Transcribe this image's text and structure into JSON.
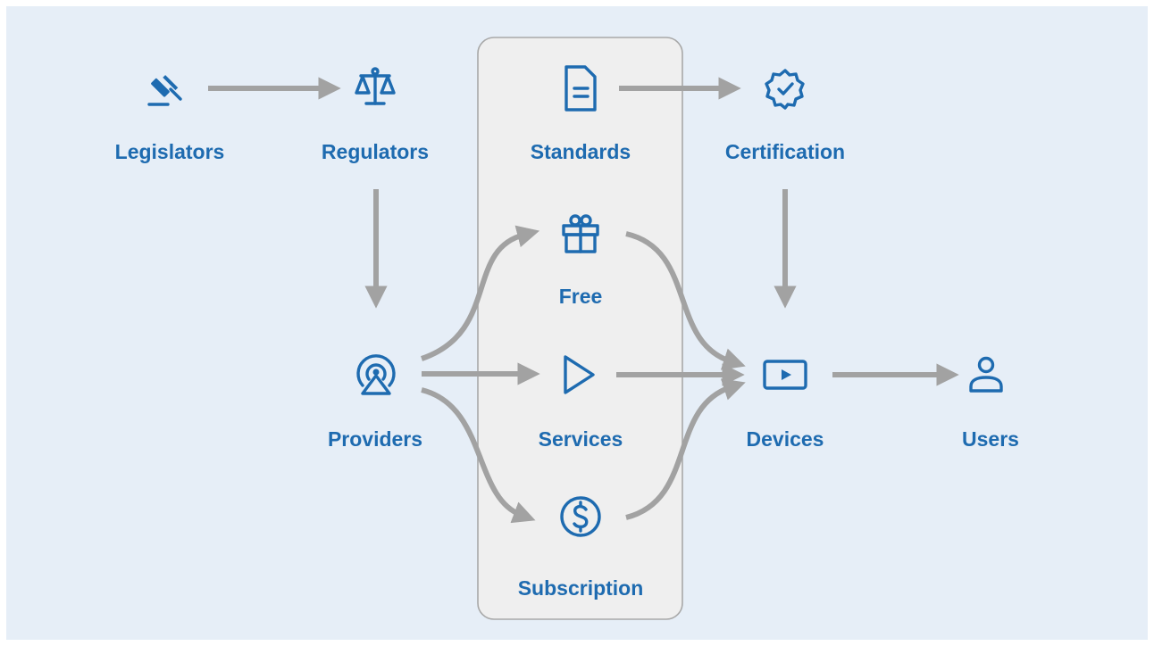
{
  "nodes": {
    "legislators": {
      "label": "Legislators",
      "icon": "gavel-icon"
    },
    "regulators": {
      "label": "Regulators",
      "icon": "scales-icon"
    },
    "standards": {
      "label": "Standards",
      "icon": "document-icon"
    },
    "certification": {
      "label": "Certification",
      "icon": "badge-check-icon"
    },
    "free": {
      "label": "Free",
      "icon": "gift-icon"
    },
    "providers": {
      "label": "Providers",
      "icon": "broadcast-tower-icon"
    },
    "services": {
      "label": "Services",
      "icon": "play-icon"
    },
    "devices": {
      "label": "Devices",
      "icon": "video-screen-icon"
    },
    "users": {
      "label": "Users",
      "icon": "user-icon"
    },
    "subscription": {
      "label": "Subscription",
      "icon": "dollar-coin-icon"
    }
  },
  "edges": [
    {
      "from": "legislators",
      "to": "regulators"
    },
    {
      "from": "regulators",
      "to": "providers"
    },
    {
      "from": "standards",
      "to": "certification"
    },
    {
      "from": "certification",
      "to": "devices"
    },
    {
      "from": "providers",
      "to": "free"
    },
    {
      "from": "providers",
      "to": "services"
    },
    {
      "from": "providers",
      "to": "subscription"
    },
    {
      "from": "free",
      "to": "devices"
    },
    {
      "from": "services",
      "to": "devices"
    },
    {
      "from": "subscription",
      "to": "devices"
    },
    {
      "from": "devices",
      "to": "users"
    }
  ],
  "group": {
    "members": [
      "standards",
      "free",
      "services",
      "subscription"
    ]
  },
  "colors": {
    "background": "#e6eef7",
    "accent": "#1e6bb0",
    "arrow": "#a2a2a2",
    "group_fill": "#efefef",
    "group_border": "#a8a8a8"
  }
}
